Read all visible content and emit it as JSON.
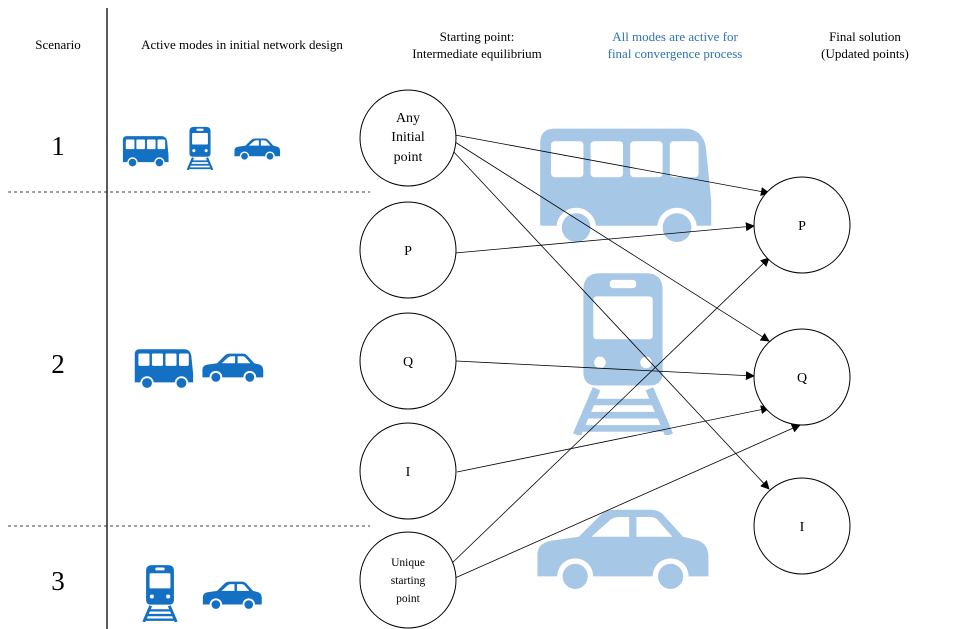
{
  "colors": {
    "mode_icon": "#1470c2",
    "background_icon": "#a7c7e7",
    "header_highlight": "#2e73b5"
  },
  "headers": {
    "scenario": "Scenario",
    "active_modes": "Active modes in initial network design",
    "starting_point_line1": "Starting point:",
    "starting_point_line2": "Intermediate equilibrium",
    "all_modes_line1": "All modes are active for",
    "all_modes_line2": "final convergence process",
    "final_line1": "Final solution",
    "final_line2": "(Updated points)"
  },
  "scenarios": [
    {
      "number": "1",
      "modes": [
        "bus-icon",
        "train-icon",
        "car-icon"
      ]
    },
    {
      "number": "2",
      "modes": [
        "bus-icon",
        "car-icon"
      ]
    },
    {
      "number": "3",
      "modes": [
        "train-icon",
        "car-icon"
      ]
    }
  ],
  "start_nodes": {
    "any_initial": [
      "Any",
      "Initial",
      "point"
    ],
    "p": "P",
    "q": "Q",
    "i": "I",
    "unique": [
      "Unique",
      "starting",
      "point"
    ]
  },
  "final_nodes": {
    "p": "P",
    "q": "Q",
    "i": "I"
  },
  "background_icons": [
    "bus-icon",
    "train-icon",
    "car-icon"
  ]
}
